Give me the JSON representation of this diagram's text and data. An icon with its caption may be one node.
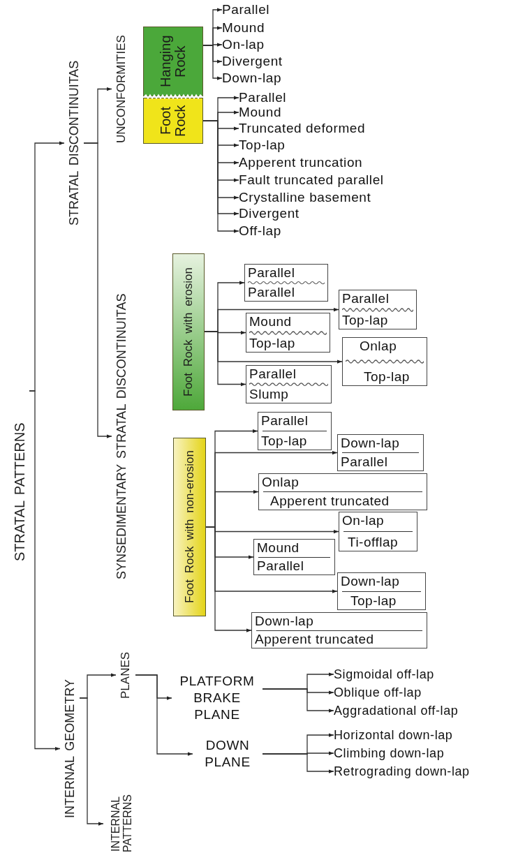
{
  "diagram": {
    "nodes": [
      {
        "text": [
          "STRATAL PATTERNS"
        ]
      },
      {
        "text": [
          "STRATAL DISCONTINUITAS"
        ]
      },
      {
        "text": [
          "UNCONFORMITIES"
        ]
      },
      {
        "text": [
          "Hanging Rock"
        ]
      },
      {
        "text": [
          "Foot Rock"
        ]
      },
      {
        "text": [
          "Parallel"
        ]
      },
      {
        "text": [
          "Mound"
        ]
      },
      {
        "text": [
          "On-lap"
        ]
      },
      {
        "text": [
          "Divergent"
        ]
      },
      {
        "text": [
          "Down-lap"
        ]
      },
      {
        "text": [
          "Parallel"
        ]
      },
      {
        "text": [
          "Mound"
        ]
      },
      {
        "text": [
          "Truncated deformed"
        ]
      },
      {
        "text": [
          "Top-lap"
        ]
      },
      {
        "text": [
          "Apperent truncation"
        ]
      },
      {
        "text": [
          "Fault truncated parallel"
        ]
      },
      {
        "text": [
          "Crystalline basement"
        ]
      },
      {
        "text": [
          "Divergent"
        ]
      },
      {
        "text": [
          "Off-lap"
        ]
      },
      {
        "text": [
          "SYNSEDIMENTARY STRATAL DISCONTINUITAS"
        ]
      },
      {
        "text": [
          "Foot Rock with erosion"
        ]
      },
      {
        "text": [
          "Parallel",
          "Parallel"
        ]
      },
      {
        "text": [
          "Parallel",
          "Top-lap"
        ]
      },
      {
        "text": [
          "Mound",
          "Top-lap"
        ]
      },
      {
        "text": [
          "Onlap",
          "Top-lap"
        ]
      },
      {
        "text": [
          "Parallel",
          "Slump"
        ]
      },
      {
        "text": [
          "Foot Rock with non-erosion"
        ]
      },
      {
        "text": [
          "Parallel",
          "Top-lap"
        ]
      },
      {
        "text": [
          "Down-lap",
          "Parallel"
        ]
      },
      {
        "text": [
          "Onlap",
          "Apperent truncated"
        ]
      },
      {
        "text": [
          "On-lap",
          "Ti-offlap"
        ]
      },
      {
        "text": [
          "Mound",
          "Parallel"
        ]
      },
      {
        "text": [
          "Down-lap",
          "Top-lap"
        ]
      },
      {
        "text": [
          "Down-lap",
          "Apperent truncated"
        ]
      },
      {
        "text": [
          "INTERNAL GEOMETRY"
        ]
      },
      {
        "text": [
          "PLANES"
        ]
      },
      {
        "text": [
          "PLATFORM BRAKE PLANE"
        ]
      },
      {
        "text": [
          "DOWN PLANE"
        ]
      },
      {
        "text": [
          "Sigmoidal off-lap"
        ]
      },
      {
        "text": [
          "Oblique off-lap"
        ]
      },
      {
        "text": [
          "Aggradational off-lap"
        ]
      },
      {
        "text": [
          "Horizontal down-lap"
        ]
      },
      {
        "text": [
          "Climbing down-lap"
        ]
      },
      {
        "text": [
          "Retrograding down-lap"
        ]
      },
      {
        "text": [
          "INTERNAL PATTERNS"
        ]
      }
    ],
    "edges": [
      {
        "from": 0,
        "to": 1,
        "arrow": "to"
      },
      {
        "from": 0,
        "to": 34,
        "arrow": "to"
      },
      {
        "from": 1,
        "to": 2,
        "arrow": "to"
      },
      {
        "from": 1,
        "to": 19,
        "arrow": "to"
      },
      {
        "from": 3,
        "to": 5,
        "arrow": "to"
      },
      {
        "from": 3,
        "to": 6,
        "arrow": "to"
      },
      {
        "from": 3,
        "to": 7,
        "arrow": "to"
      },
      {
        "from": 3,
        "to": 8,
        "arrow": "to"
      },
      {
        "from": 3,
        "to": 9,
        "arrow": "to"
      },
      {
        "from": 4,
        "to": 10,
        "arrow": "to"
      },
      {
        "from": 4,
        "to": 11,
        "arrow": "to"
      },
      {
        "from": 4,
        "to": 12,
        "arrow": "to"
      },
      {
        "from": 4,
        "to": 13,
        "arrow": "to"
      },
      {
        "from": 4,
        "to": 14,
        "arrow": "to"
      },
      {
        "from": 4,
        "to": 15,
        "arrow": "to"
      },
      {
        "from": 4,
        "to": 16,
        "arrow": "to"
      },
      {
        "from": 4,
        "to": 17,
        "arrow": "to"
      },
      {
        "from": 4,
        "to": 18,
        "arrow": "to"
      },
      {
        "from": 20,
        "to": 21,
        "arrow": "to"
      },
      {
        "from": 20,
        "to": 22,
        "arrow": "to"
      },
      {
        "from": 20,
        "to": 23,
        "arrow": "to"
      },
      {
        "from": 20,
        "to": 24,
        "arrow": "to"
      },
      {
        "from": 20,
        "to": 25,
        "arrow": "to"
      },
      {
        "from": 26,
        "to": 27,
        "arrow": "to"
      },
      {
        "from": 26,
        "to": 28,
        "arrow": "to"
      },
      {
        "from": 26,
        "to": 29,
        "arrow": "to"
      },
      {
        "from": 26,
        "to": 30,
        "arrow": "to"
      },
      {
        "from": 26,
        "to": 31,
        "arrow": "to"
      },
      {
        "from": 26,
        "to": 32,
        "arrow": "to"
      },
      {
        "from": 26,
        "to": 33,
        "arrow": "to"
      },
      {
        "from": 34,
        "to": 35,
        "arrow": "to"
      },
      {
        "from": 34,
        "to": 44,
        "arrow": "to"
      },
      {
        "from": 35,
        "to": 36,
        "arrow": "to"
      },
      {
        "from": 35,
        "to": 37,
        "arrow": "to"
      },
      {
        "from": 36,
        "to": 38,
        "arrow": "to"
      },
      {
        "from": 36,
        "to": 39,
        "arrow": "to"
      },
      {
        "from": 36,
        "to": 40,
        "arrow": "to"
      },
      {
        "from": 37,
        "to": 41,
        "arrow": "to"
      },
      {
        "from": 37,
        "to": 42,
        "arrow": "to"
      },
      {
        "from": 37,
        "to": 43,
        "arrow": "to"
      }
    ]
  }
}
